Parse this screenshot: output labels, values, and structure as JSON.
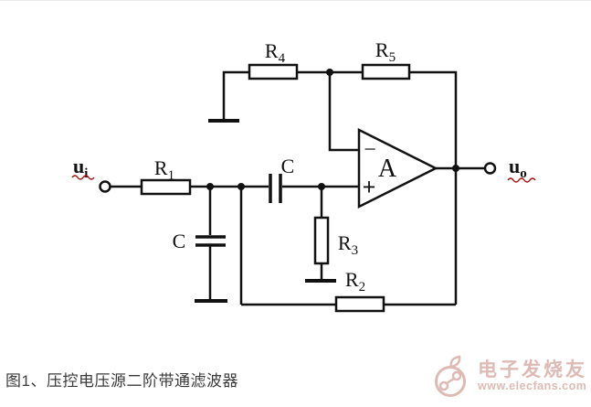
{
  "figure": {
    "caption": "图1、压控电压源二阶带通滤波器"
  },
  "circuit": {
    "labels": {
      "input": {
        "main": "u",
        "sub": "i"
      },
      "output": {
        "main": "u",
        "sub": "o"
      },
      "r1": {
        "main": "R",
        "sub": "1"
      },
      "r2": {
        "main": "R",
        "sub": "2"
      },
      "r3": {
        "main": "R",
        "sub": "3"
      },
      "r4": {
        "main": "R",
        "sub": "4"
      },
      "r5": {
        "main": "R",
        "sub": "5"
      },
      "cap_series": "C",
      "cap_shunt": "C",
      "opamp": "A",
      "inverting_input": "−",
      "noninverting_input": "+"
    }
  },
  "watermark": {
    "brand": "电子发烧友",
    "url": "www.elecfans.com"
  },
  "colors": {
    "ink": "#111111",
    "squiggle": "#aa1111",
    "caption": "#3a3a3a",
    "watermark": "#debab4",
    "page-bg": "#ffffff",
    "top-border": "#e9edf0"
  }
}
